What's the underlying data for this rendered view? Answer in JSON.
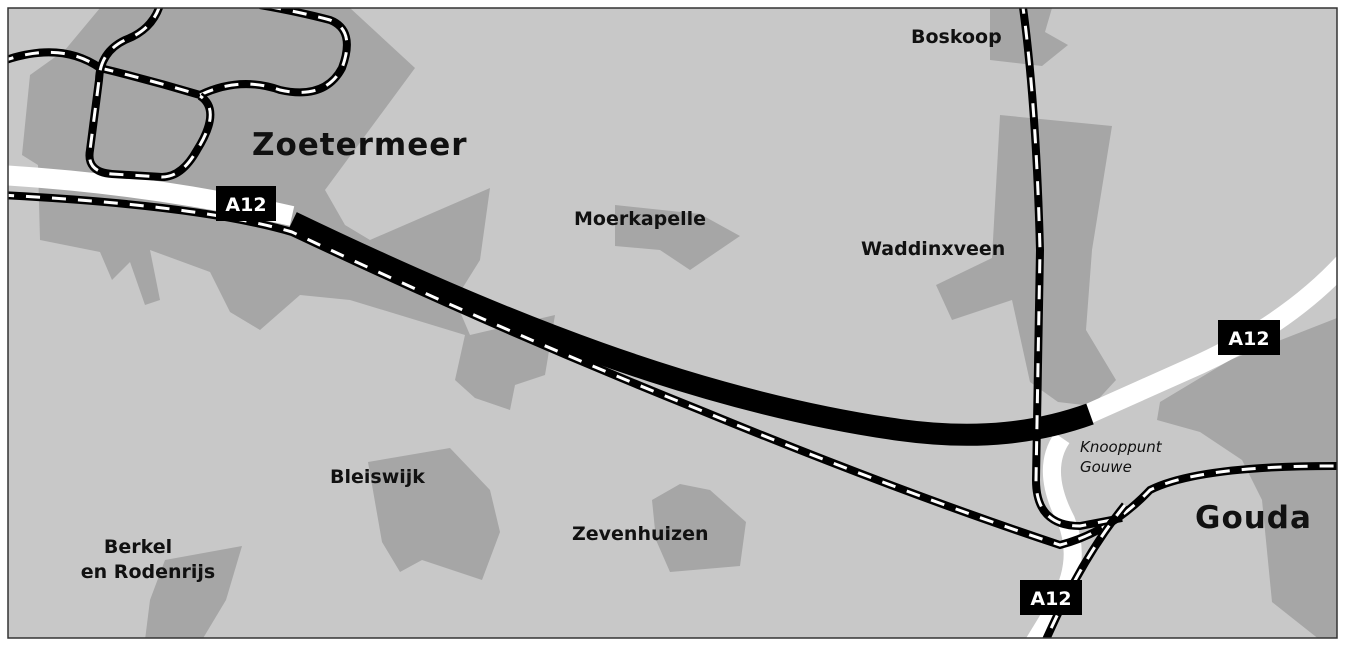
{
  "map": {
    "colors": {
      "background": "#c8c8c8",
      "town": "#a6a6a6",
      "road": "#ffffff",
      "highlight": "#000000"
    },
    "places": {
      "zoetermeer": "Zoetermeer",
      "boskoop": "Boskoop",
      "moerkapelle": "Moerkapelle",
      "waddinxveen": "Waddinxveen",
      "bleiswijk": "Bleiswijk",
      "zevenhuizen": "Zevenhuizen",
      "berkel_line1": "Berkel",
      "berkel_line2": "en Rodenrijs",
      "gouda": "Gouda",
      "knooppunt_line1": "Knooppunt",
      "knooppunt_line2": "Gouwe"
    },
    "road_shields": [
      "A12",
      "A12",
      "A12"
    ]
  }
}
